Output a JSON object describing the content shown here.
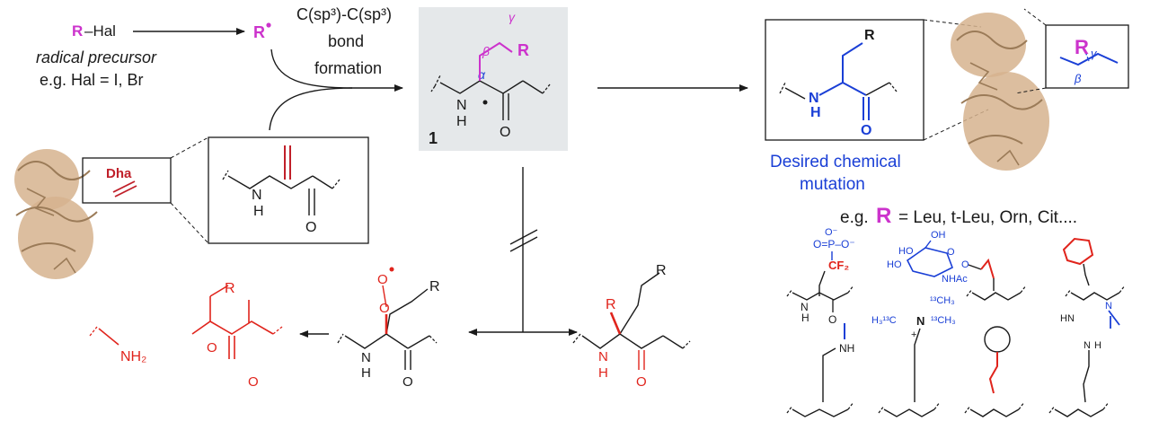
{
  "top_left": {
    "reagent_r": "R",
    "reagent_hal": "–Hal",
    "precursor_label": "radical precursor",
    "precursor_example": "e.g. Hal = I, Br",
    "radical_r": "R"
  },
  "bond_formation": {
    "line1": "C(sp³)-C(sp³)",
    "line2": "bond",
    "line3": "formation"
  },
  "intermediate": {
    "compound_number": "1",
    "r_label": "R",
    "beta": "β",
    "gamma": "γ",
    "alpha": "α",
    "nh_n": "N",
    "nh_h": "H",
    "carbonyl_o": "O"
  },
  "dha": {
    "label": "Dha",
    "nh_n": "N",
    "nh_h": "H",
    "carbonyl_o": "O"
  },
  "desired": {
    "r_label": "R",
    "nh_n": "N",
    "nh_h": "H",
    "carbonyl_o": "O",
    "caption_line1": "Desired chemical",
    "caption_line2": "mutation",
    "inset_r": "R",
    "inset_gamma": "γ",
    "inset_beta": "β"
  },
  "examples": {
    "prefix": "e.g.",
    "r_label": "R",
    "equals_list": "= Leu, t-Leu, Orn, Cit....",
    "phosphonate_o_minus": "O⁻",
    "phosphonate_row": "O=P–O⁻",
    "cf2": "CF₂",
    "oh_top": "OH",
    "ho_left": "HO",
    "ho_left2": "HO",
    "nhac": "NHAc",
    "ring_o": "O",
    "ether_o": "O",
    "nh_label": "NH",
    "n_label": "N",
    "h_label": "H",
    "o_label": "O",
    "nme3_13c_top": "¹³CH₃",
    "nme3_left": "H₃¹³C",
    "nme3_right": "¹³CH₃",
    "nme3_n": "N",
    "nme3_plus": "+",
    "hn_label": "HN",
    "guan_n": "N",
    "guan_nh": "N",
    "guan_h": "H"
  },
  "side_products": {
    "peroxy_o1": "O",
    "peroxy_o2": "O",
    "r_peroxy": "R",
    "r_ketone": "R",
    "r_racemic": "R",
    "r_racemic2": "R",
    "nh2": "NH₂",
    "nh_n": "N",
    "nh_h": "H",
    "o_label": "O"
  },
  "colors": {
    "black": "#1a1a1a",
    "magenta": "#cc33cc",
    "blue": "#1a3fd6",
    "red": "#e0241c",
    "dark_red": "#c0202a",
    "grey_box": "#e5e8ea",
    "protein": "#d6b38e",
    "protein_dark": "#9b7b58"
  },
  "icons": {
    "protein_left": "protein-ribbon-icon",
    "protein_right": "protein-ribbon-icon",
    "blocked_arrow": "blocked-arrow-icon"
  }
}
